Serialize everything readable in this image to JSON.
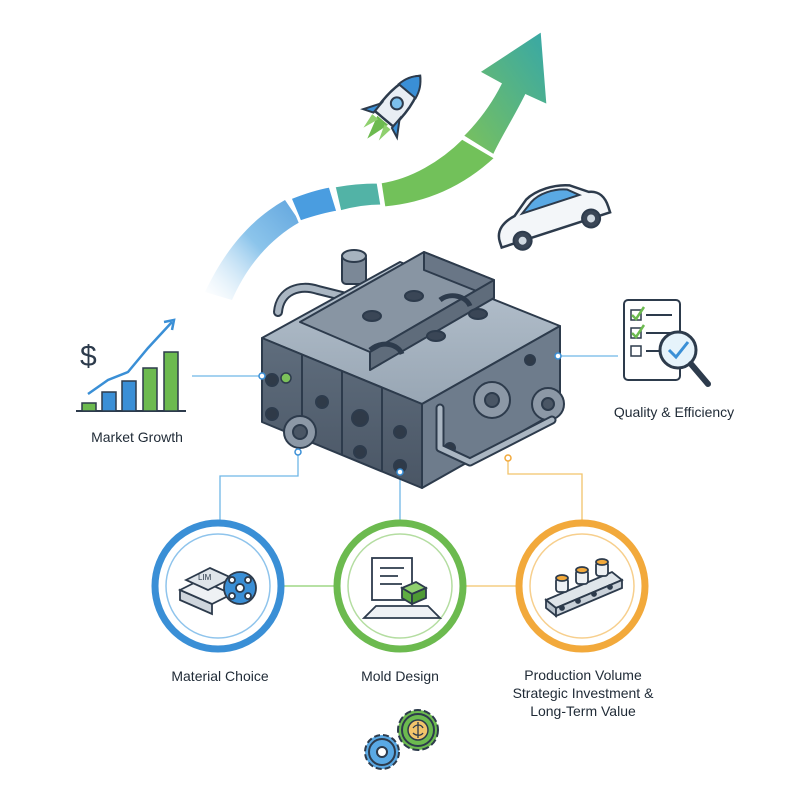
{
  "labels": {
    "market_growth": "Market Growth",
    "quality_efficiency": "Quality & Efficiency",
    "material_choice": "Material Choice",
    "mold_design": "Mold Design",
    "production_line1": "Production Volume",
    "production_line2": "Strategic Investment &",
    "production_line3": "Long-Term Value"
  },
  "icons": {
    "rocket": "rocket-icon",
    "car": "car-icon",
    "mold": "injection-mold-icon",
    "chart": "growth-chart-icon",
    "checklist": "checklist-magnifier-icon",
    "material": "material-blocks-icon",
    "design": "design-screen-icon",
    "conveyor": "conveyor-icon",
    "gears": "gears-brain-icon"
  },
  "colors": {
    "blue": "#3a8fd6",
    "green": "#6cba4f",
    "orange": "#f2a93b",
    "teal": "#3fb3a3",
    "steel": "#5a6878",
    "outline": "#2d3b4c"
  }
}
